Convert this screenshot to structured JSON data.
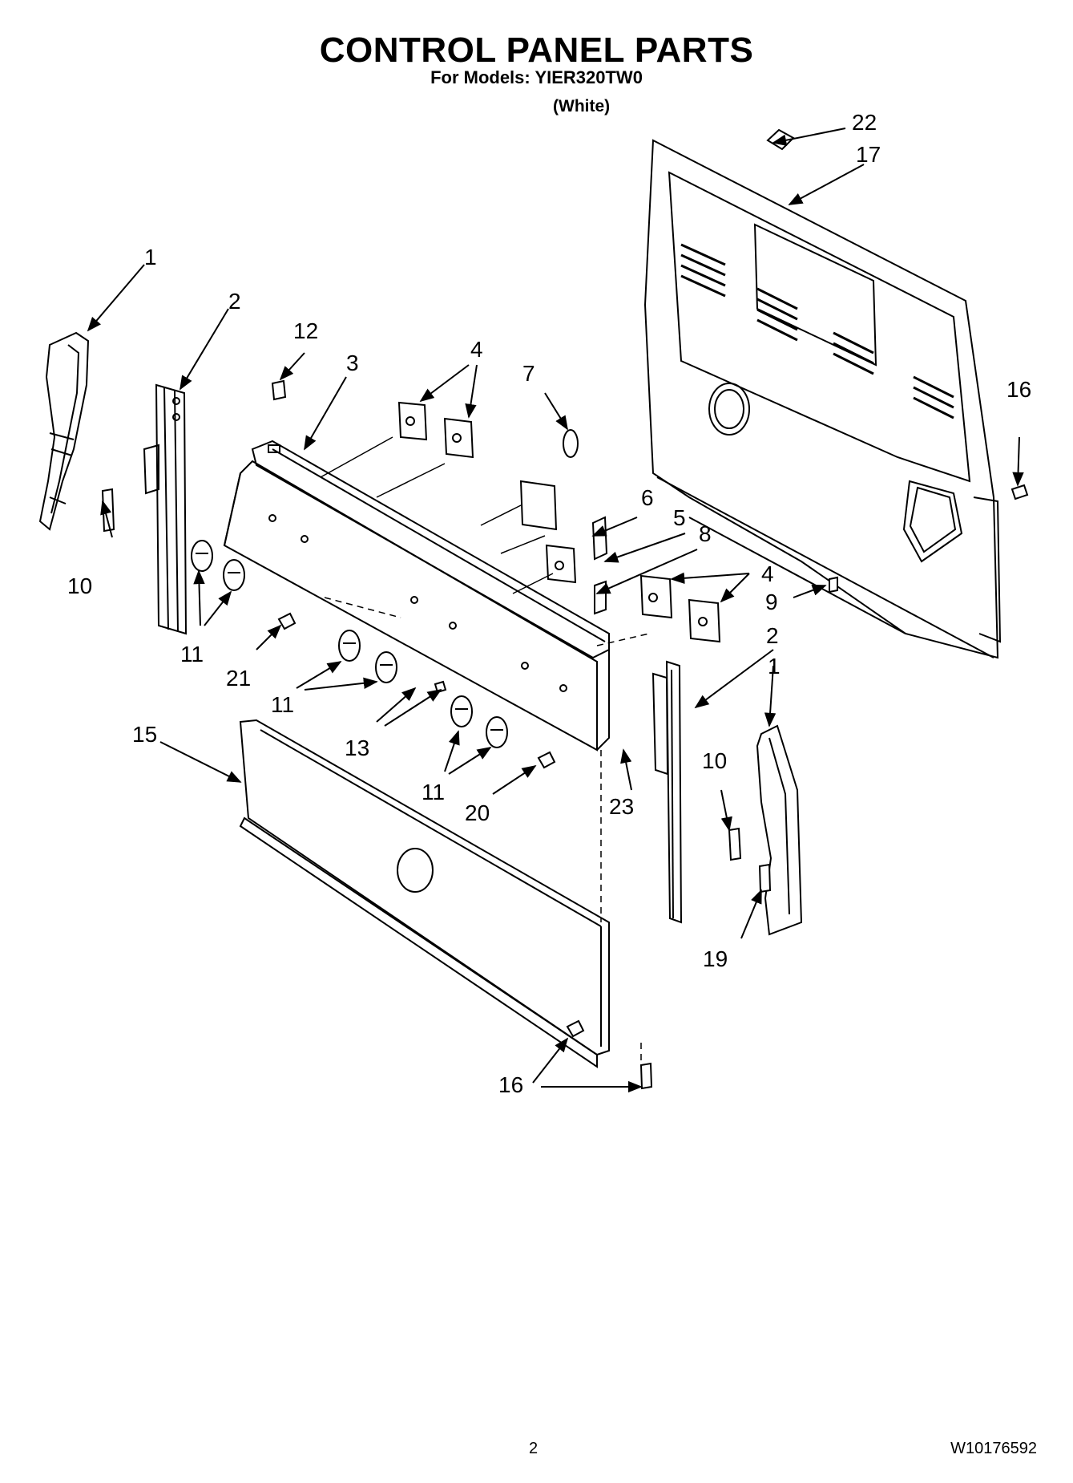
{
  "header": {
    "title": "CONTROL PANEL PARTS",
    "models_line": "For Models: YIER320TW0",
    "color_line": "(White)"
  },
  "footer": {
    "page_number": "2",
    "document_number": "W10176592"
  },
  "callouts": [
    {
      "id": "c1-left",
      "text": "1"
    },
    {
      "id": "c2-left",
      "text": "2"
    },
    {
      "id": "c12",
      "text": "12"
    },
    {
      "id": "c3",
      "text": "3"
    },
    {
      "id": "c4-top",
      "text": "4"
    },
    {
      "id": "c7",
      "text": "7"
    },
    {
      "id": "c22",
      "text": "22"
    },
    {
      "id": "c17",
      "text": "17"
    },
    {
      "id": "c16-right",
      "text": "16"
    },
    {
      "id": "c6",
      "text": "6"
    },
    {
      "id": "c5",
      "text": "5"
    },
    {
      "id": "c8",
      "text": "8"
    },
    {
      "id": "c4-right",
      "text": "4"
    },
    {
      "id": "c9",
      "text": "9"
    },
    {
      "id": "c10-left",
      "text": "10"
    },
    {
      "id": "c11-a",
      "text": "11"
    },
    {
      "id": "c21",
      "text": "21"
    },
    {
      "id": "c11-b",
      "text": "11"
    },
    {
      "id": "c13",
      "text": "13"
    },
    {
      "id": "c15",
      "text": "15"
    },
    {
      "id": "c11-c",
      "text": "11"
    },
    {
      "id": "c20",
      "text": "20"
    },
    {
      "id": "c23",
      "text": "23"
    },
    {
      "id": "c2-right",
      "text": "2"
    },
    {
      "id": "c1-right",
      "text": "1"
    },
    {
      "id": "c10-right",
      "text": "10"
    },
    {
      "id": "c19",
      "text": "19"
    },
    {
      "id": "c16-bottom",
      "text": "16"
    }
  ]
}
